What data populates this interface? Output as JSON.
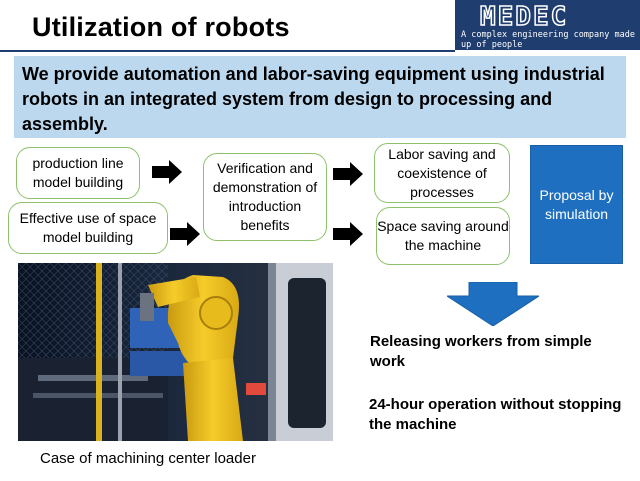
{
  "title": "Utilization of robots",
  "logo": {
    "wordmark": "MEDEC",
    "tagline": "A complex engineering company made up of people"
  },
  "banner": "We provide automation and labor-saving equipment using industrial robots in an integrated system from design to processing and assembly.",
  "flow": {
    "inputs": [
      "production line model building",
      "Effective use of space model building"
    ],
    "center": "Verification and demonstration of introduction benefits",
    "outputs": [
      "Labor saving and coexistence of processes",
      "Space saving around the machine"
    ],
    "proposal": "Proposal by simulation"
  },
  "results": [
    "Releasing workers from simple work",
    "24-hour operation without stopping the machine"
  ],
  "photo_caption": "Case of machining center loader",
  "colors": {
    "navy": "#1f3d6e",
    "banner": "#bcd8ef",
    "box_border": "#8ec26a",
    "blue": "#1f6fc0",
    "robot_yellow": "#f2c21b"
  }
}
